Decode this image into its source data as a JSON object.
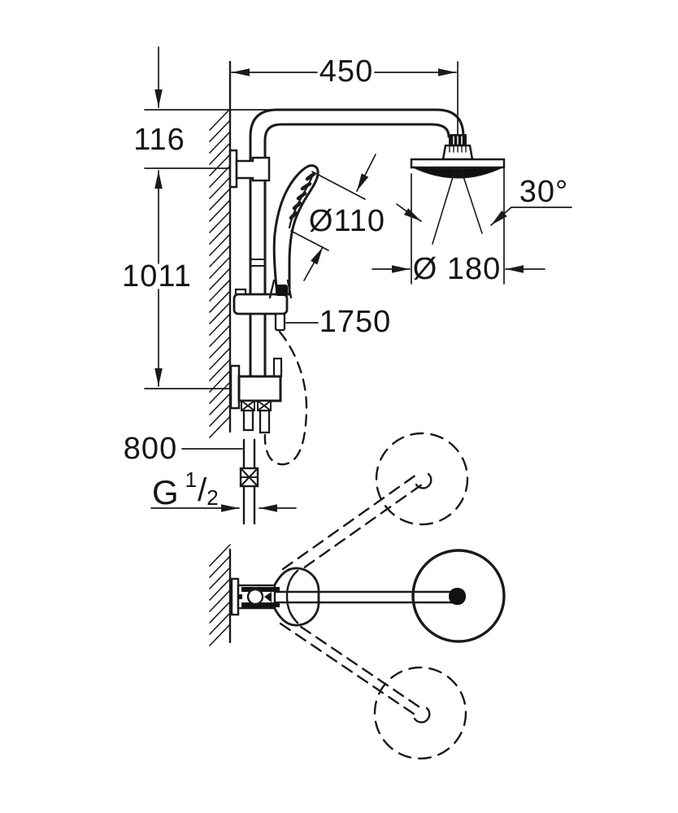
{
  "diagram": {
    "kind": "shower-system-installation-dimension-drawing",
    "colors": {
      "line": "#1a1a1a",
      "background": "#ffffff"
    },
    "labels": {
      "dim_wall_to_head_center": "450",
      "dim_top_offset": "116",
      "dim_rail_height": "1011",
      "dim_hand_shower_diameter": "Ø110",
      "dim_spray_angle": "30°",
      "dim_head_shower_diameter": "Ø 180",
      "dim_hose_length": "1750",
      "dim_supply_height": "800",
      "thread": {
        "letter": "G",
        "numerator": "1",
        "slash": "/",
        "denominator": "2"
      }
    }
  }
}
